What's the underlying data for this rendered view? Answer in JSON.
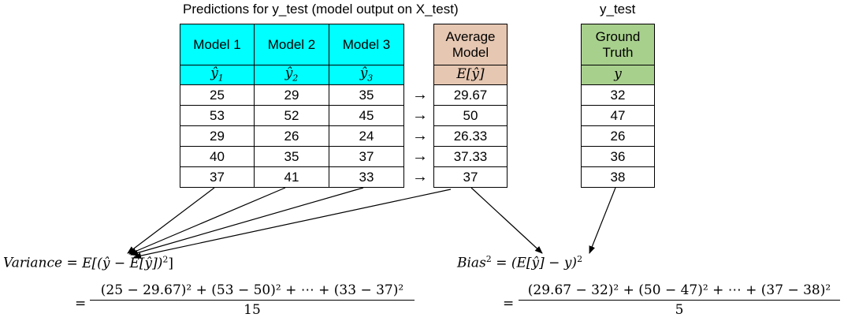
{
  "captions": {
    "predictions": "Predictions for y_test (model output on X_test)",
    "ytest": "y_test"
  },
  "models": {
    "headers": [
      "Model 1",
      "Model 2",
      "Model 3"
    ],
    "symbols": [
      "ŷ",
      "ŷ",
      "ŷ"
    ],
    "subscripts": [
      "1",
      "2",
      "3"
    ],
    "rows": [
      [
        "25",
        "29",
        "35"
      ],
      [
        "53",
        "52",
        "45"
      ],
      [
        "29",
        "26",
        "24"
      ],
      [
        "40",
        "35",
        "37"
      ],
      [
        "37",
        "41",
        "33"
      ]
    ]
  },
  "average": {
    "header_line1": "Average",
    "header_line2": "Model",
    "symbol": "E[ŷ]",
    "values": [
      "29.67",
      "50",
      "26.33",
      "37.33",
      "37"
    ]
  },
  "ground_truth": {
    "header_line1": "Ground",
    "header_line2": "Truth",
    "symbol": "y",
    "values": [
      "32",
      "47",
      "26",
      "36",
      "38"
    ]
  },
  "arrow_glyph": "→",
  "variance": {
    "lhs": "Variance =",
    "rhs": "E[(ŷ − E[ŷ])",
    "rhs_sup": "2",
    "rhs_end": "]",
    "equals": "=",
    "numerator": "(25 − 29.67)² + (53 − 50)² + ⋯ + (33 − 37)²",
    "denominator": "15"
  },
  "bias": {
    "lhs": "Bias",
    "lhs_sup": "2",
    "rhs": "= (E[ŷ] − y)",
    "rhs_sup": "2",
    "equals": "=",
    "numerator": "(29.67 − 32)² + (50 − 47)² + ⋯ + (37 − 38)²",
    "denominator": "5"
  },
  "colors": {
    "models_header": "#00ffff",
    "average_header": "#e6c7b2",
    "ground_truth_header": "#a8d08d"
  }
}
